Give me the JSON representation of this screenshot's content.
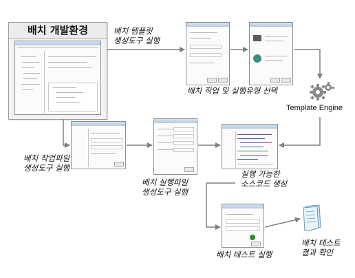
{
  "env_title": "배치 개발환경",
  "step_template_tool": {
    "line1": "배치 템플릿",
    "line2": "생성도구 실행"
  },
  "step_select": "배치 작업 및 실행유형 선택",
  "template_engine": "Template Engine",
  "step_job_tool": {
    "line1": "배치 작업파일",
    "line2": "생성도구 실행"
  },
  "step_exec_tool": {
    "line1": "배치 실행파일",
    "line2": "생성도구 실행"
  },
  "step_source": {
    "line1": "실행 가능한",
    "line2": "소스코드 생성"
  },
  "step_test": "배치 테스트 실행",
  "step_result": {
    "line1": "배치 테스트",
    "line2": "결과 확인"
  },
  "colors": {
    "connector": "#7f7f7f",
    "window_frame": "#8f8f8f",
    "gear": "#8a8a8a"
  }
}
